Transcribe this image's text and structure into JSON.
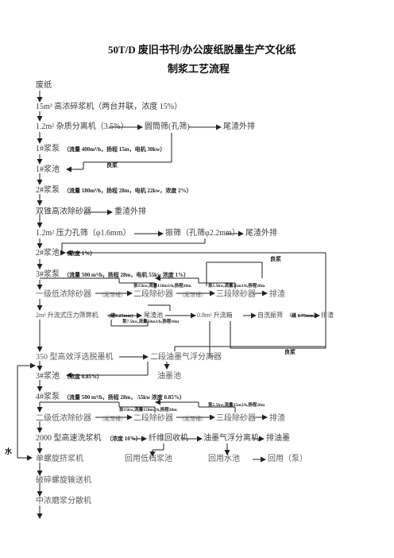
{
  "title": {
    "line1": "50T/D 废旧书刊/办公废纸脱墨生产文化纸",
    "line2": "制浆工艺流程"
  },
  "rows": {
    "r1": "废纸",
    "r2": "15m³ 高浓碎浆机（两台并联，浓度 15%）",
    "r3": {
      "a": "1.2m² 杂质分离机（3.5%）",
      "b": "圆筒筛(孔筛)",
      "c": "尾渣外排"
    },
    "r4": {
      "a": "1#浆泵",
      "note": "（流量 400m³/h，扬程 15m，电机 30kw）"
    },
    "r5": {
      "a": "1#浆池",
      "good": "良浆"
    },
    "r6": {
      "a": "2#浆泵",
      "note": "（流量 180m³/h，扬程 28m，电机 22kw，浓度 2%）"
    },
    "r7": {
      "a": "双锥高浓除砂器",
      "b": "重渣外排"
    },
    "r8": {
      "a": "1.2m² 压力孔筛（φ1.6mm）",
      "b": "振筛（孔筛φ2.2mm）",
      "c": "尾渣外排"
    },
    "r9": {
      "a": "2#浆池",
      "note": "（浓度 1%）",
      "good": "良浆"
    },
    "r10": {
      "a": "3#浆泵",
      "note": "（流量 500 m³/h，扬程 28m，电机 55kw 浓度 1%）"
    },
    "r10b": {
      "spec1": "泵15kw,流量150m3/h,扬程28m",
      "spec2": "泵5.5kw,流量25m3/h,扬程28m"
    },
    "r11": {
      "a": "一级低浓除砂器",
      "s1": "（尾渣槽）",
      "b": "二段除砂器",
      "s2": "（尾渣槽）",
      "c": "三段除砂器",
      "d": "排渣"
    },
    "r12": {
      "a": "2m² 升流式压力筛弊机",
      "s1": "(缝0.25mm)",
      "b": "尾渣池",
      "c": "0.8m² 升流箱",
      "d": "自洗振筛",
      "s2": "（缝 0.75mm）",
      "e": "排渣"
    },
    "r12b": {
      "spec": "泵7.5kw,流量50m3/h,扬程18m"
    },
    "r13": {
      "a": "350 型高效浮选脱墨机",
      "b": "二段油墨气浮分离器",
      "good": "良浆"
    },
    "r14": {
      "a": "3#浆池",
      "note": "（浓度 0.85%）",
      "b": "油墨池"
    },
    "r15": {
      "a": "4#浆泵",
      "note": "（流量 500 m³/h，扬程 28m，  55kw 浓度 0.85%）"
    },
    "r15b": {
      "spec1": "泵15kw,流量150m3/h,扬程28m",
      "spec2": "泵5.5kw,流量25m3/h,扬程28m"
    },
    "r16": {
      "a": "二级低浓除砂器",
      "s1": "（尾渣槽）",
      "b": "二段除砂器",
      "s2": "（尾渣槽）",
      "c": "三段除砂器",
      "d": "排渣"
    },
    "r17": {
      "a": "2000 型高速洗浆机",
      "note": "（浓度 10%）",
      "b": "纤维回收机",
      "c": "油墨气浮分离机",
      "d": "排油墨"
    },
    "r18": {
      "water": "水",
      "a": "单螺旋挤浆机",
      "b": "回用低档浆池",
      "c": "回用水池",
      "d": "回用（泵）"
    },
    "r19": "破碎螺旋输送机",
    "r20": "中浓磨浆分散机"
  }
}
